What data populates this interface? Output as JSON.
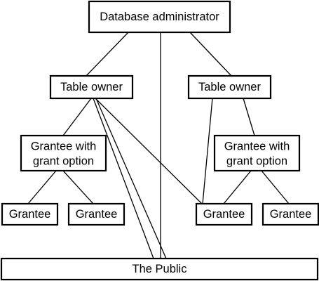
{
  "nodes": {
    "dba": {
      "lines": [
        "Database administrator"
      ]
    },
    "owner_left": {
      "lines": [
        "Table owner"
      ]
    },
    "owner_right": {
      "lines": [
        "Table owner"
      ]
    },
    "gwg_left": {
      "lines": [
        "Grantee with",
        "grant option"
      ]
    },
    "gwg_right": {
      "lines": [
        "Grantee with",
        "grant option"
      ]
    },
    "grantee_1": {
      "lines": [
        "Grantee"
      ]
    },
    "grantee_2": {
      "lines": [
        "Grantee"
      ]
    },
    "grantee_3": {
      "lines": [
        "Grantee"
      ]
    },
    "grantee_4": {
      "lines": [
        "Grantee"
      ]
    },
    "public": {
      "lines": [
        "The Public"
      ]
    }
  },
  "edges": [
    [
      "dba",
      "owner_left"
    ],
    [
      "dba",
      "owner_right"
    ],
    [
      "dba",
      "public"
    ],
    [
      "owner_left",
      "gwg_left"
    ],
    [
      "owner_left",
      "public"
    ],
    [
      "owner_left",
      "grantee_3"
    ],
    [
      "owner_right",
      "gwg_right"
    ],
    [
      "owner_right",
      "grantee_3"
    ],
    [
      "gwg_left",
      "grantee_1"
    ],
    [
      "gwg_left",
      "grantee_2"
    ],
    [
      "gwg_right",
      "grantee_3"
    ],
    [
      "gwg_right",
      "grantee_4"
    ]
  ],
  "colors": {
    "stroke": "#000000",
    "fill": "#ffffff",
    "text": "#000000"
  }
}
